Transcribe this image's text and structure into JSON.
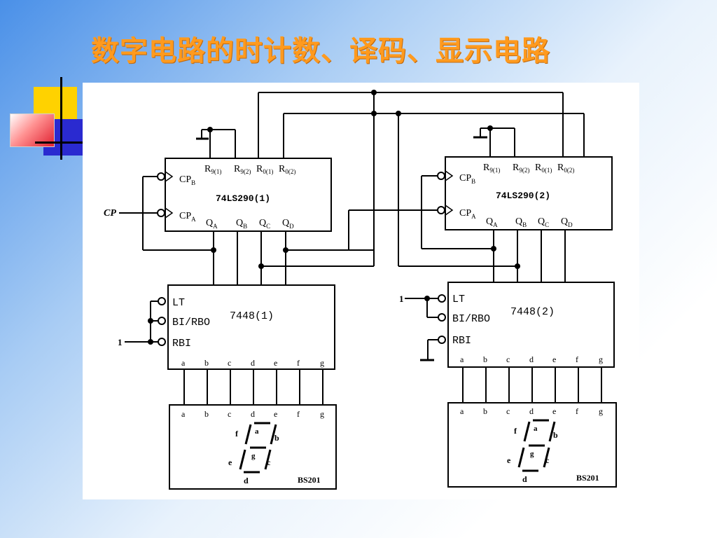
{
  "slide": {
    "title": "数字电路的时计数、译码、显示电路"
  },
  "colors": {
    "title": "#ff9a1e",
    "deco_yellow": "#ffd200",
    "deco_red": "#f0303c",
    "deco_blue": "#2a2ad0"
  },
  "circuit": {
    "counter1": {
      "name": "74LS290(1)",
      "cpb": "CP",
      "cpb_sub": "B",
      "cpa": "CP",
      "cpa_sub": "A",
      "r91": "R",
      "r91_sub": "9(1)",
      "r92": "R",
      "r92_sub": "9(2)",
      "r01": "R",
      "r01_sub": "0(1)",
      "r02": "R",
      "r02_sub": "0(2)",
      "qa": "Q",
      "qa_sub": "A",
      "qb": "Q",
      "qb_sub": "B",
      "qc": "Q",
      "qc_sub": "C",
      "qd": "Q",
      "qd_sub": "D"
    },
    "counter2": {
      "name": "74LS290(2)",
      "cpb": "CP",
      "cpb_sub": "B",
      "cpa": "CP",
      "cpa_sub": "A",
      "r91": "R",
      "r91_sub": "9(1)",
      "r92": "R",
      "r92_sub": "9(2)",
      "r01": "R",
      "r01_sub": "0(1)",
      "r02": "R",
      "r02_sub": "0(2)",
      "qa": "Q",
      "qa_sub": "A",
      "qb": "Q",
      "qb_sub": "B",
      "qc": "Q",
      "qc_sub": "C",
      "qd": "Q",
      "qd_sub": "D"
    },
    "decoder1": {
      "name": "7448(1)",
      "lt": "LT",
      "bi": "BI/RBO",
      "rbi": "RBI"
    },
    "decoder2": {
      "name": "7448(2)",
      "lt": "LT",
      "bi": "BI/RBO",
      "rbi": "RBI"
    },
    "segments": [
      "a",
      "b",
      "c",
      "d",
      "e",
      "f",
      "g"
    ],
    "display1": {
      "name": "BS201"
    },
    "display2": {
      "name": "BS201"
    },
    "seg_labels": {
      "a": "a",
      "b": "b",
      "c": "c",
      "d": "d",
      "e": "e",
      "f": "f",
      "g": "g"
    },
    "cp_input": "CP",
    "one_1": "1",
    "one_2": "1"
  }
}
